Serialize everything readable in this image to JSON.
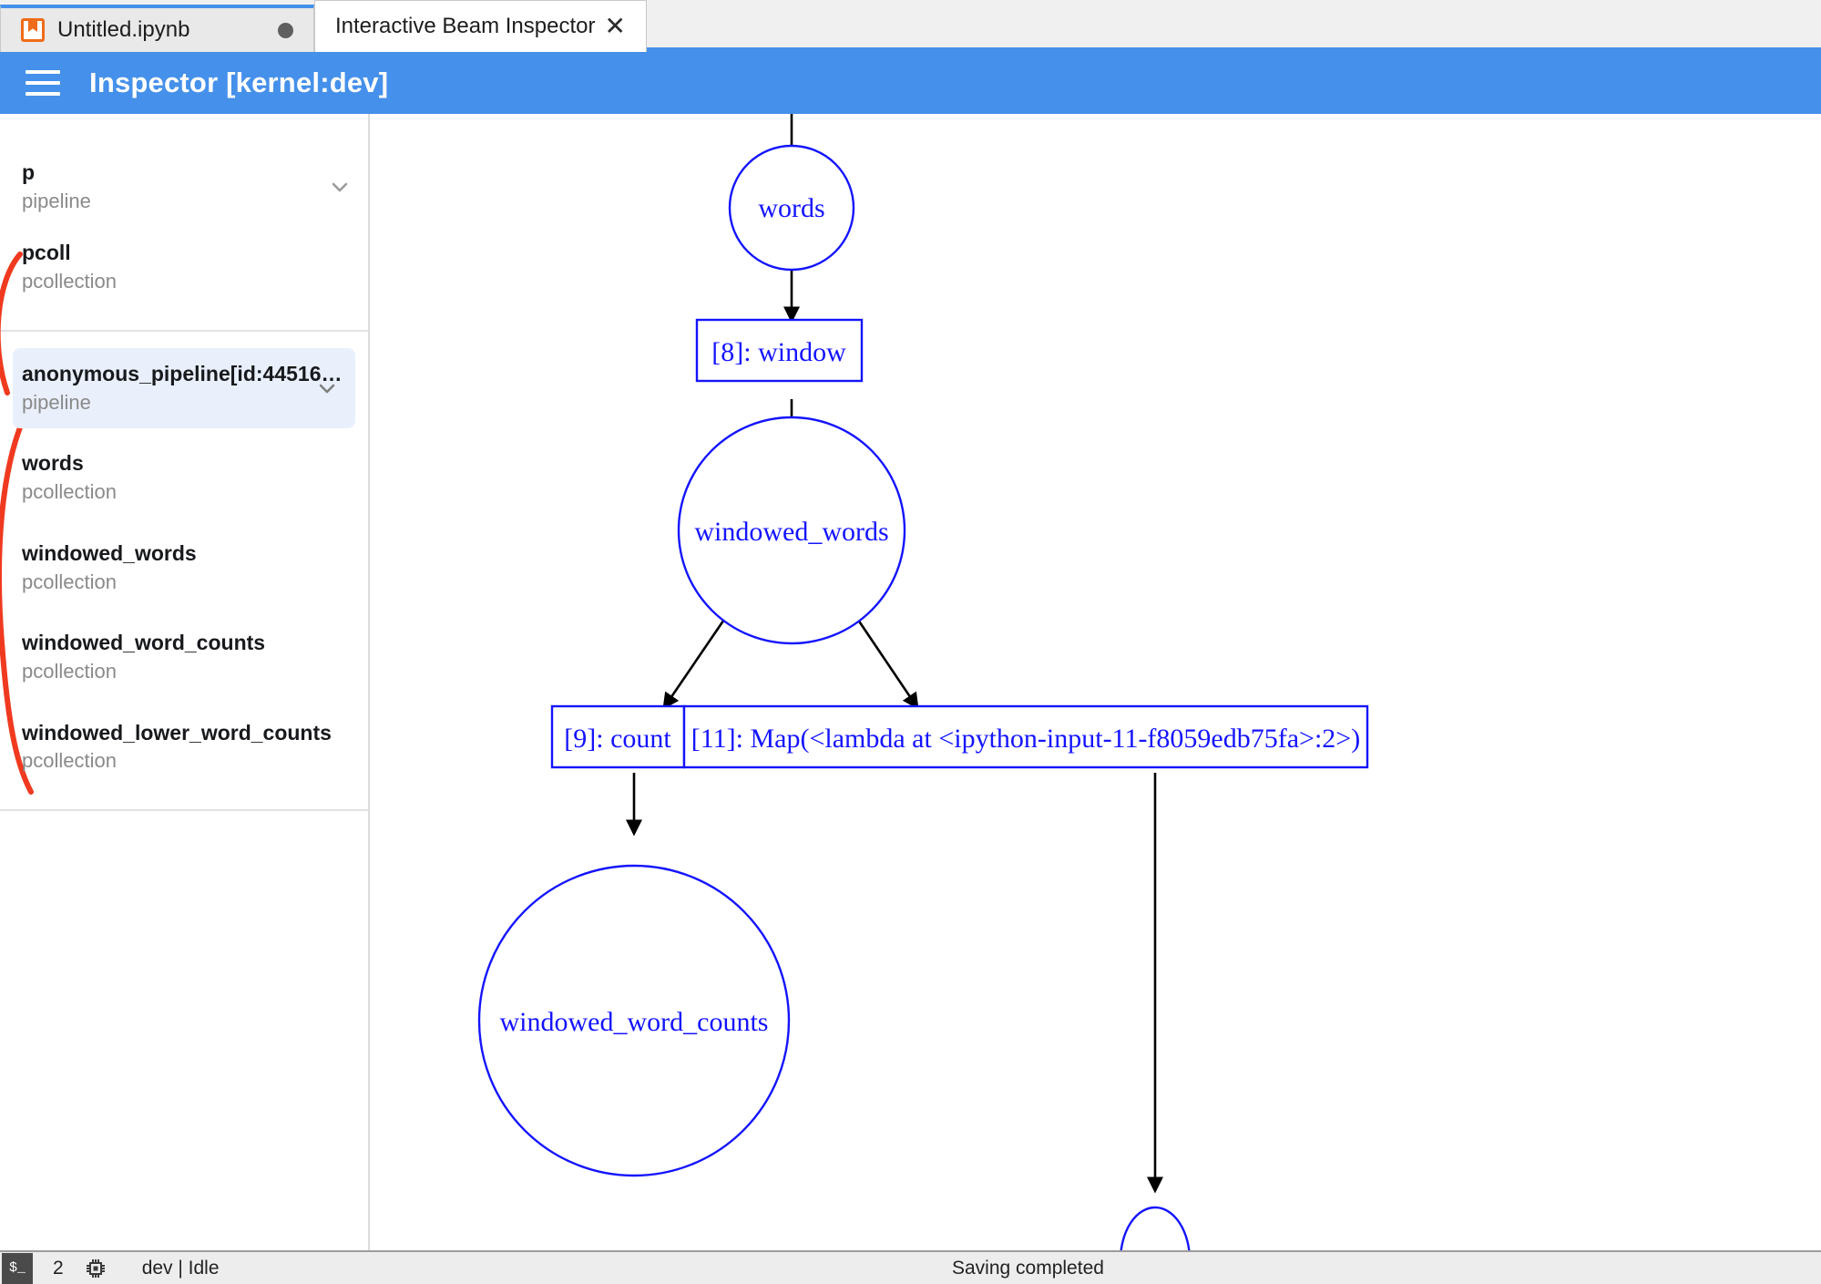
{
  "tabs": [
    {
      "label": "Untitled.ipynb",
      "icon": "notebook-icon",
      "state": "unsaved",
      "active": false
    },
    {
      "label": "Interactive Beam Inspector",
      "icon": "close-icon",
      "active": true
    }
  ],
  "header": {
    "menu_icon": "hamburger-icon",
    "title": "Inspector [kernel:dev]",
    "background_color": "#4590ea"
  },
  "sidebar": {
    "groups": [
      {
        "items": [
          {
            "name": "p",
            "type": "pipeline",
            "expandable": true,
            "chevron": "chevron-down-icon",
            "selected": false
          },
          {
            "name": "pcoll",
            "type": "pcollection",
            "expandable": false,
            "selected": false
          }
        ]
      },
      {
        "items": [
          {
            "name": "anonymous_pipeline[id:44516…",
            "type": "pipeline",
            "expandable": true,
            "chevron": "chevron-down-icon",
            "selected": true
          },
          {
            "name": "words",
            "type": "pcollection",
            "expandable": false,
            "selected": false
          },
          {
            "name": "windowed_words",
            "type": "pcollection",
            "expandable": false,
            "selected": false
          },
          {
            "name": "windowed_word_counts",
            "type": "pcollection",
            "expandable": false,
            "selected": false
          },
          {
            "name": "windowed_lower_word_counts",
            "type": "pcollection",
            "expandable": false,
            "selected": false
          }
        ]
      }
    ],
    "annotation_color": "#f03a20",
    "selected_background": "#e9effb"
  },
  "graph": {
    "node_color": "#1414ff",
    "edge_color": "#000000",
    "nodes": [
      {
        "id": "words",
        "label": "words",
        "shape": "ellipse"
      },
      {
        "id": "window",
        "label": "[8]: window",
        "shape": "box"
      },
      {
        "id": "windowed_words",
        "label": "windowed_words",
        "shape": "ellipse"
      },
      {
        "id": "count",
        "label": "[9]: count",
        "shape": "box"
      },
      {
        "id": "map",
        "label": "[11]: Map(<lambda at <ipython-input-11-f8059edb75fa>:2>)",
        "shape": "box"
      },
      {
        "id": "windowed_word_counts",
        "label": "windowed_word_counts",
        "shape": "ellipse"
      },
      {
        "id": "windowed_lower_word_counts",
        "label": "",
        "shape": "ellipse"
      }
    ],
    "edges": [
      {
        "from": "root",
        "to": "words"
      },
      {
        "from": "words",
        "to": "window"
      },
      {
        "from": "window",
        "to": "windowed_words"
      },
      {
        "from": "windowed_words",
        "to": "count"
      },
      {
        "from": "windowed_words",
        "to": "map"
      },
      {
        "from": "count",
        "to": "windowed_word_counts"
      },
      {
        "from": "map",
        "to": "windowed_lower_word_counts"
      }
    ]
  },
  "status_bar": {
    "terminal_icon": "terminal-icon",
    "terminal_label": "$_",
    "kernel_count": "2",
    "chip_icon": "cpu-chip-icon",
    "kernel_status": "dev | Idle",
    "save_status": "Saving completed"
  }
}
